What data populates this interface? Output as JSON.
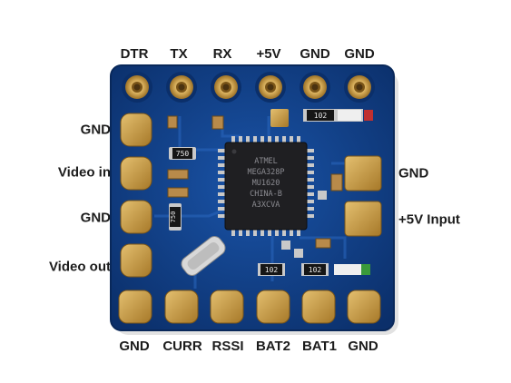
{
  "board": {
    "chip": {
      "line1": "ATMEL",
      "line2": "MEGA328P",
      "line3": "MU1620",
      "line4": "CHINA-B",
      "line5": "A3XCVA"
    },
    "resistors": {
      "r1": "750",
      "r2": "750",
      "r3": "102",
      "r4": "102",
      "r5": "102"
    }
  },
  "labels": {
    "top": [
      "DTR",
      "TX",
      "RX",
      "+5V",
      "GND",
      "GND"
    ],
    "left": [
      "GND",
      "Video in",
      "GND",
      "Video out"
    ],
    "right": [
      "GND",
      "+5V Input"
    ],
    "bottom": [
      "GND",
      "CURR",
      "RSSI",
      "BAT2",
      "BAT1",
      "GND"
    ]
  },
  "colors": {
    "pcb": "#0f3f86",
    "pad": "#c89a3f",
    "chip": "#1f1f22"
  }
}
